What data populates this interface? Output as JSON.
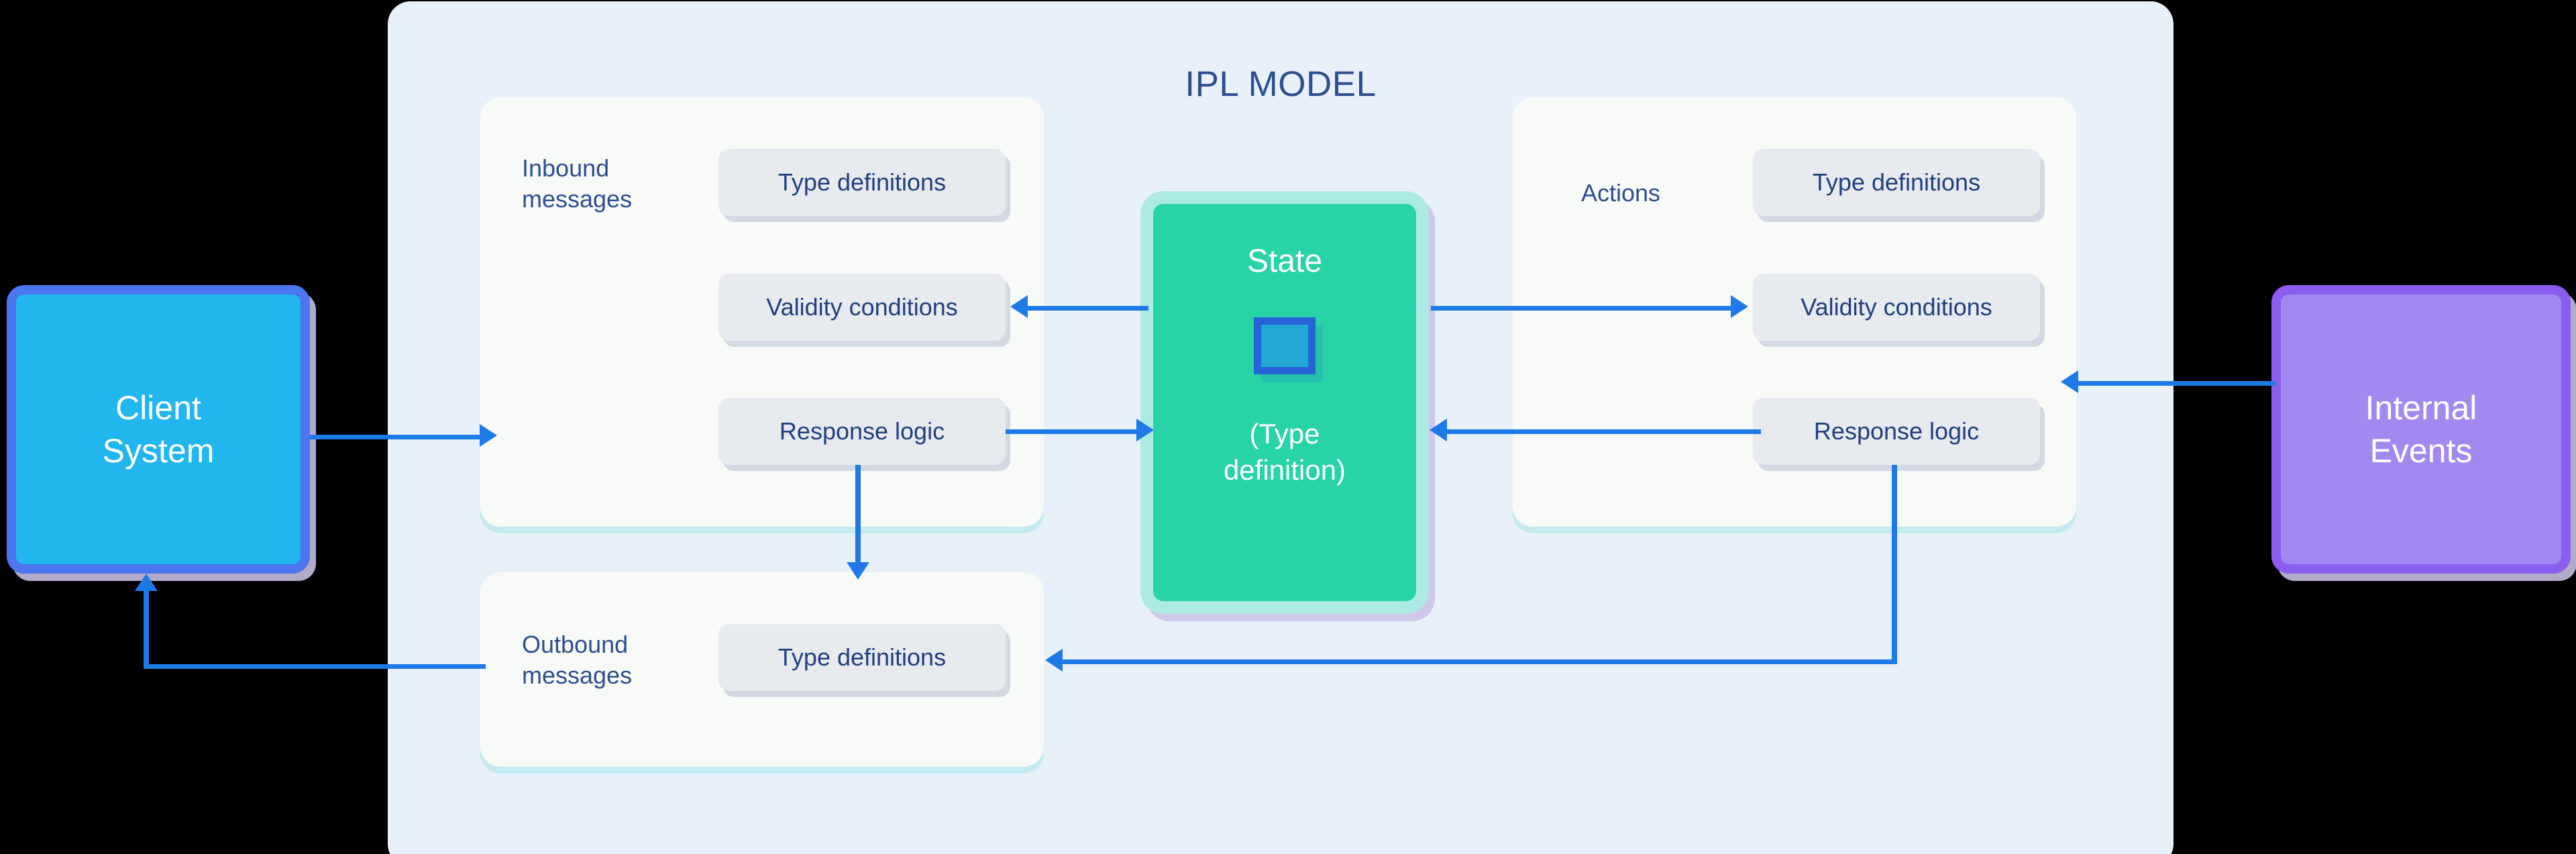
{
  "diagram": {
    "title": "IPL MODEL",
    "background_color": "#e8f0fa",
    "accent_color": "#1e7ae6"
  },
  "external": {
    "client": {
      "line1": "Client",
      "line2": "System",
      "fill": "#22b6ef",
      "border": "#4b76ef"
    },
    "events": {
      "line1": "Internal",
      "line2": "Events",
      "fill": "#a389ef",
      "border": "#8a5cef"
    }
  },
  "state": {
    "title": "State",
    "subtitle_line1": "(Type",
    "subtitle_line2": "definition)",
    "fill": "#27d3a7",
    "border": "#aeeae4",
    "icon_name": "state-square-icon"
  },
  "panels": {
    "inbound": {
      "label_line1": "Inbound",
      "label_line2": "messages",
      "chips": [
        "Type definitions",
        "Validity conditions",
        "Response logic"
      ]
    },
    "actions": {
      "label_line1": "Actions",
      "label_line2": "",
      "chips": [
        "Type definitions",
        "Validity conditions",
        "Response logic"
      ]
    },
    "outbound": {
      "label_line1": "Outbound",
      "label_line2": "messages",
      "chips": [
        "Type definitions"
      ]
    }
  },
  "chip_style": {
    "fill": "#e7eaef",
    "text_color": "#20407e"
  }
}
